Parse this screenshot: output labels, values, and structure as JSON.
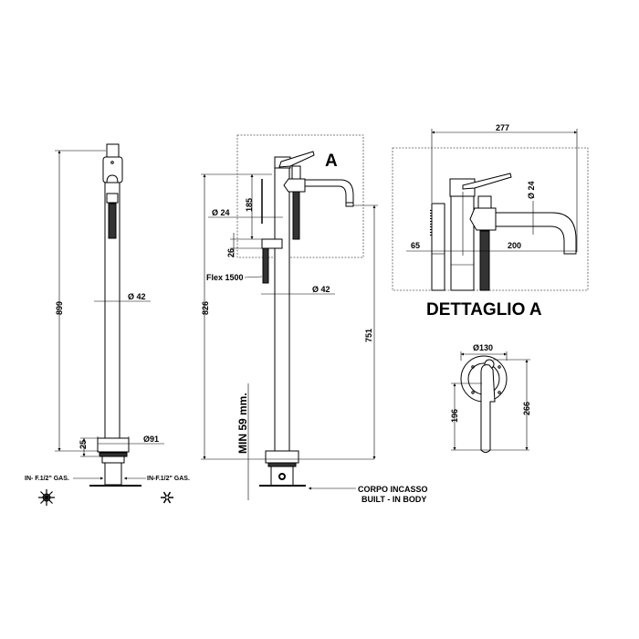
{
  "left_view": {
    "height_total": "899",
    "tube_diameter": "Ø 42",
    "base_height": "25",
    "base_diameter": "Ø91",
    "inlet_hot": "IN- F.1/2\" GAS.",
    "inlet_cold": "IN-F.1/2\" GAS.",
    "hot_icon": "sun-icon",
    "cold_icon": "snowflake-icon"
  },
  "middle_view": {
    "detail_label": "A",
    "height_total": "826",
    "holder_height": "185",
    "shower_diameter": "Ø 24",
    "holder_thickness": "26",
    "hose": "Flex 1500",
    "tube_diameter": "Ø 42",
    "spout_height": "751",
    "min_depth": "MIN 59 mm.",
    "body_label_it": "CORPO INCASSO",
    "body_label_en": "BUILT - IN BODY"
  },
  "detail": {
    "title": "DETTAGLIO A",
    "width_total": "277",
    "spout_diameter": "Ø 24",
    "offset": "65",
    "spout_reach": "200"
  },
  "plate_view": {
    "diameter": "Ø130",
    "handle_height": "196",
    "total_height": "266"
  }
}
